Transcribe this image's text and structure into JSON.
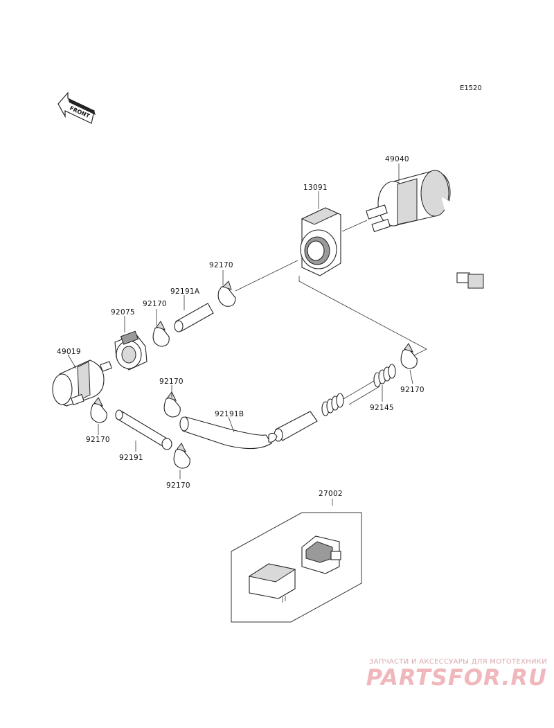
{
  "diagram": {
    "code": "E1520",
    "front_label": "FRONT",
    "labels": {
      "p49040": "49040",
      "p13091": "13091",
      "p92170_a": "92170",
      "p92191A": "92191A",
      "p92170_b": "92170",
      "p92075": "92075",
      "p49019": "49019",
      "p92170_c": "92170",
      "p92191B": "92191B",
      "p92170_d": "92170",
      "p92145": "92145",
      "p92170_e": "92170",
      "p92191": "92191",
      "p92170_f": "92170",
      "p27002": "27002"
    }
  },
  "watermark": {
    "tagline": "ЗАПЧАСТИ И АКСЕССУАРЫ ДЛЯ МОТОТЕХНИКИ",
    "logo": "PARTSFOR.RU"
  }
}
